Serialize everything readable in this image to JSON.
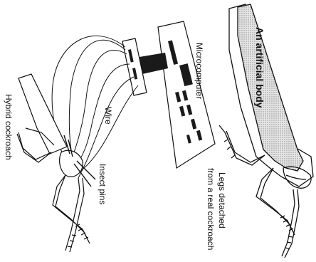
{
  "figure": {
    "top": {
      "label_body": "An artificial body",
      "label_legs_line1": "Legs detached",
      "label_legs_line2": "from a real cockroach"
    },
    "bottom": {
      "label_microcomputer": "Microcomputer",
      "label_wire": "Wire",
      "label_insect_pins": "Insect pins",
      "label_hybrid": "Hybrid cockroach"
    }
  },
  "colors": {
    "ink": "#111111",
    "body_fill": "#c9c9c9",
    "chip": "#1a1a1a"
  }
}
